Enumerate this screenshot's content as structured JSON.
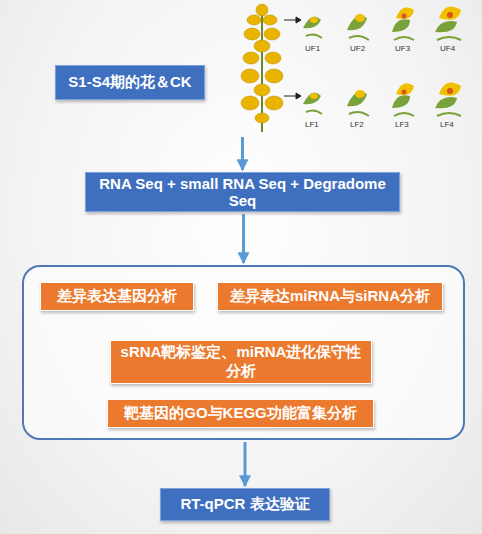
{
  "diagram": {
    "nodes": [
      {
        "text": [
          "S1-S4期的花＆CK"
        ]
      },
      {
        "text": [
          "RNA Seq + small RNA Seq + Degradome Seq"
        ]
      },
      {
        "text": []
      },
      {
        "text": [
          "差异表达基因分析"
        ],
        "in": 2
      },
      {
        "text": [
          "差异表达miRNA与siRNA分析"
        ],
        "in": 2
      },
      {
        "text": [
          "sRNA靶标鉴定、miRNA进化保守性分析"
        ],
        "in": 2
      },
      {
        "text": [
          "靶基因的GO与KEGG功能富集分析"
        ],
        "in": 2
      },
      {
        "text": [
          "RT-qPCR 表达验证"
        ]
      }
    ],
    "edges": [
      {
        "from": 0,
        "to": 1,
        "arrow": "to"
      },
      {
        "from": 1,
        "to": 2,
        "arrow": "to"
      },
      {
        "from": 2,
        "to": 7,
        "arrow": "to"
      }
    ],
    "labels": [
      "UF1",
      "UF2",
      "UF3",
      "UF4",
      "LF1",
      "LF2",
      "LF3",
      "LF4"
    ]
  }
}
